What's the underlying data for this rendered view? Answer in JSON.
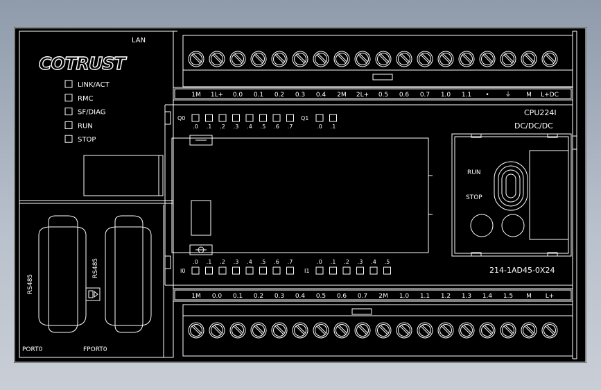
{
  "brand": "COTRUST",
  "lan_label": "LAN",
  "status_leds": [
    "LINK/ACT",
    "RMC",
    "SF/DIAG",
    "RUN",
    "STOP"
  ],
  "rs485_label": "RS485",
  "port_left": "PORT0",
  "port_right": "FPORT0",
  "top_terminal_labels": [
    "1M",
    "1L+",
    "0.0",
    "0.1",
    "0.2",
    "0.3",
    "0.4",
    "2M",
    "2L+",
    "0.5",
    "0.6",
    "0.7",
    "1.0",
    "1.1",
    "•",
    "⏚",
    "M",
    "L+DC"
  ],
  "bottom_terminal_labels": [
    "1M",
    "0.0",
    "0.1",
    "0.2",
    "0.3",
    "0.4",
    "0.5",
    "0.6",
    "0.7",
    "2M",
    "1.0",
    "1.1",
    "1.2",
    "1.3",
    "1.4",
    "1.5",
    "M",
    "L+"
  ],
  "q0": {
    "label": "Q0",
    "leds": [
      ".0",
      ".1",
      ".2",
      ".3",
      ".4",
      ".5",
      ".6",
      ".7"
    ]
  },
  "q1": {
    "label": "Q1",
    "leds": [
      ".0",
      ".1"
    ]
  },
  "i0": {
    "label": "I0",
    "leds": [
      ".0",
      ".1",
      ".2",
      ".3",
      ".4",
      ".5",
      ".6",
      ".7"
    ]
  },
  "i1": {
    "label": "I1",
    "leds": [
      ".0",
      ".1",
      ".2",
      ".3",
      ".4",
      ".5"
    ]
  },
  "cpu_model": "CPU224I",
  "cpu_power": "DC/DC/DC",
  "run_label": "RUN",
  "stop_label": "STOP",
  "part_number": "214-1AD45-0X24",
  "colors": {
    "line": "#ffffff",
    "panel": "#000000"
  }
}
